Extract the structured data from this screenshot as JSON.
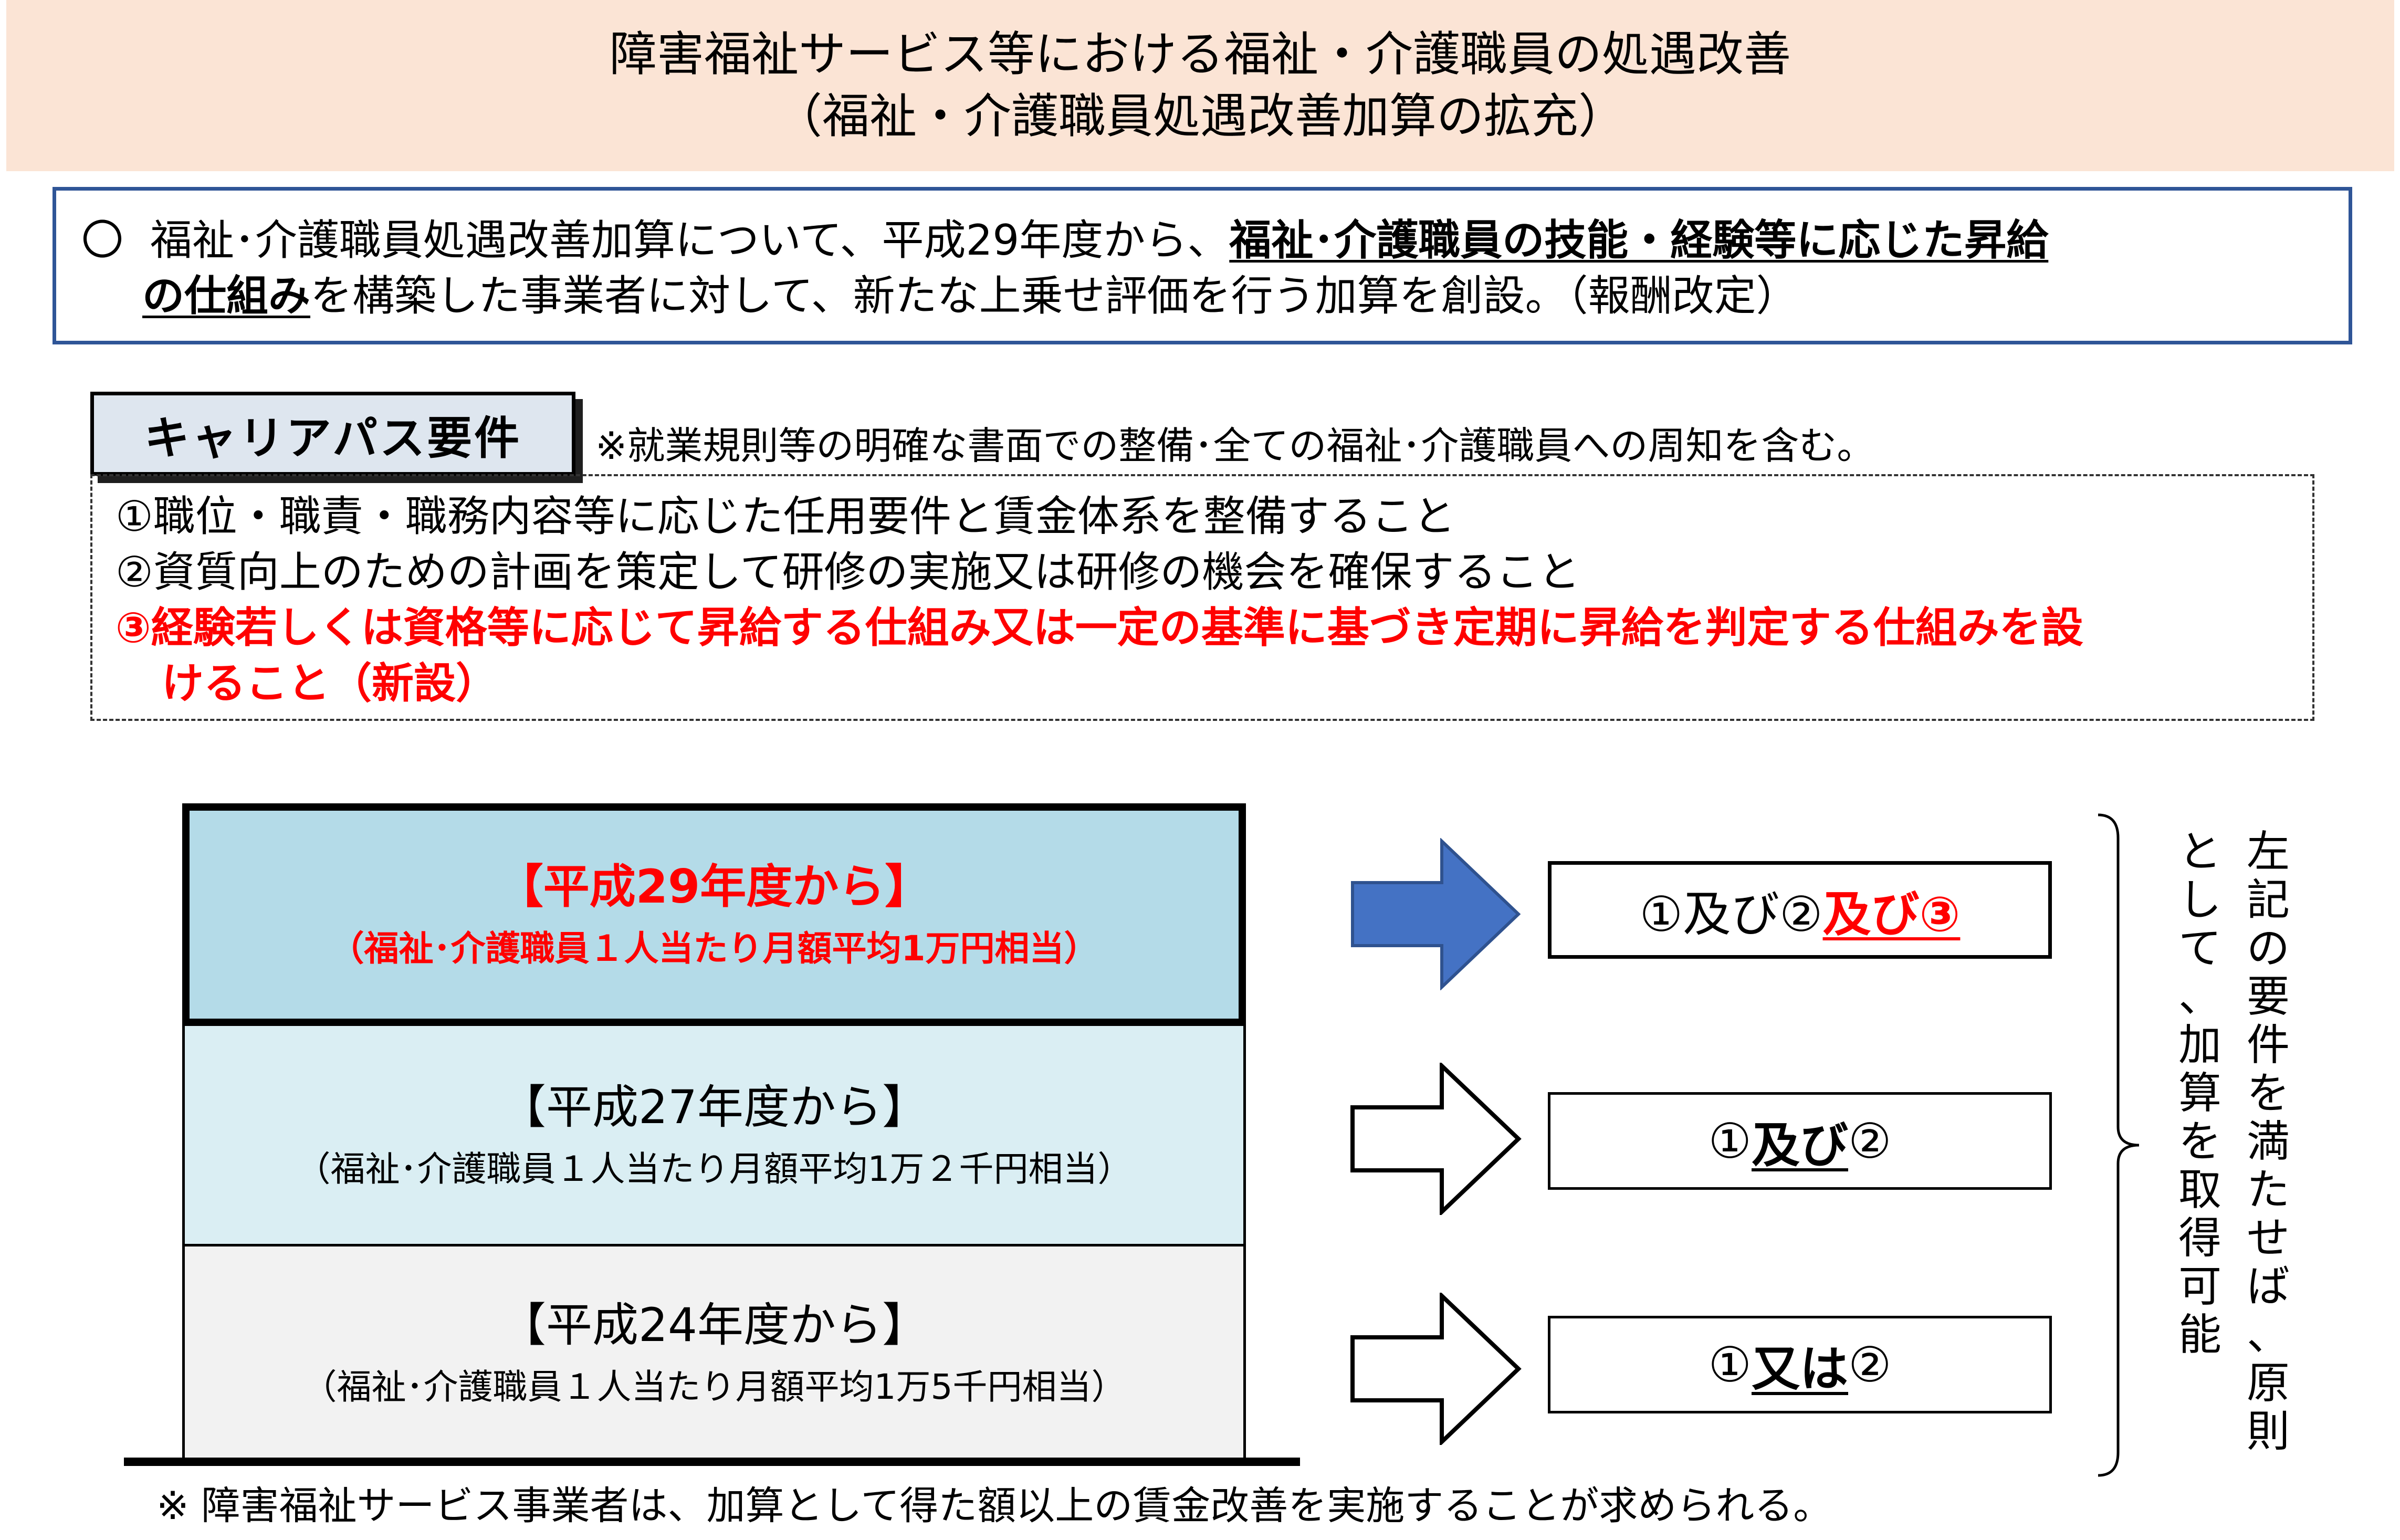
{
  "header": {
    "title_line1": "障害福祉サービス等における福祉・介護職員の処遇改善",
    "title_line2": "（福祉・介護職員処遇改善加算の拡充）"
  },
  "summary": {
    "bullet": "〇",
    "line1_plain": "福祉･介護職員処遇改善加算について、平成29年度から、",
    "line1_underlined": "福祉･介護職員の技能・経験等に応じた昇給",
    "line2_underlined": "の仕組み",
    "line2_plain": "を構築した事業者に対して、新たな上乗せ評価を行う加算を創設。（報酬改定）"
  },
  "career": {
    "label": "キャリアパス要件",
    "note": "※就業規則等の明確な書面での整備･全ての福祉･介護職員への周知を含む。"
  },
  "requirements": {
    "item1": "①職位・職責・職務内容等に応じた任用要件と賃金体系を整備すること",
    "item2": "②資質向上のための計画を策定して研修の実施又は研修の機会を確保すること",
    "item3_line1": "③経験若しくは資格等に応じて昇給する仕組み又は一定の基準に基づき定期に昇給を判定する仕組みを設",
    "item3_line2": "けること（新設）"
  },
  "tiers": [
    {
      "title": "【平成29年度から】",
      "detail": "（福祉･介護職員１人当たり月額平均1万円相当）"
    },
    {
      "title": "【平成27年度から】",
      "detail": "（福祉･介護職員１人当たり月額平均1万２千円相当）"
    },
    {
      "title": "【平成24年度から】",
      "detail": "（福祉･介護職員１人当たり月額平均1万5千円相当）"
    }
  ],
  "conditions": [
    {
      "pre": "①及び②",
      "emph": "及び③",
      "post": ""
    },
    {
      "pre": "①",
      "emph": "及び",
      "post": "②"
    },
    {
      "pre": "①",
      "emph": "又は",
      "post": "②"
    }
  ],
  "side_note": {
    "column1": "左記の要件を満たせば、原則",
    "column2": "として、加算を取得可能"
  },
  "footnote": "※ 障害福祉サービス事業者は、加算として得た額以上の賃金改善を実施することが求められる。",
  "colors": {
    "header_bg": "#fbe4d5",
    "summary_border": "#2f5597",
    "tier_29_bg": "#b4dbe8",
    "tier_27_bg": "#daeef3",
    "tier_24_bg": "#f2f2f2",
    "arrow_fill": "#4472c4",
    "emphasis_red": "#ff0000"
  }
}
